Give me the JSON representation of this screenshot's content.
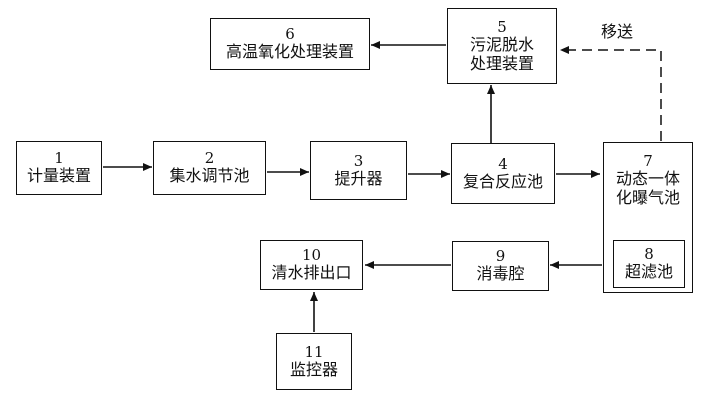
{
  "nodes": {
    "n1": {
      "num": "1",
      "label": "计量装置"
    },
    "n2": {
      "num": "2",
      "label": "集水调节池"
    },
    "n3": {
      "num": "3",
      "label": "提升器"
    },
    "n4": {
      "num": "4",
      "label": "复合反应池"
    },
    "n5": {
      "num": "5",
      "label_line1": "污泥脱水",
      "label_line2": "处理装置"
    },
    "n6": {
      "num": "6",
      "label": "高温氧化处理装置"
    },
    "n7": {
      "num": "7",
      "label_line1": "动态一体",
      "label_line2": "化曝气池"
    },
    "n8": {
      "num": "8",
      "label": "超滤池"
    },
    "n9": {
      "num": "9",
      "label": "消毒腔"
    },
    "n10": {
      "num": "10",
      "label": "清水排出口"
    },
    "n11": {
      "num": "11",
      "label": "监控器"
    }
  },
  "annotations": {
    "transfer": "移送"
  },
  "style": {
    "stroke": "#111111",
    "background": "#ffffff"
  }
}
